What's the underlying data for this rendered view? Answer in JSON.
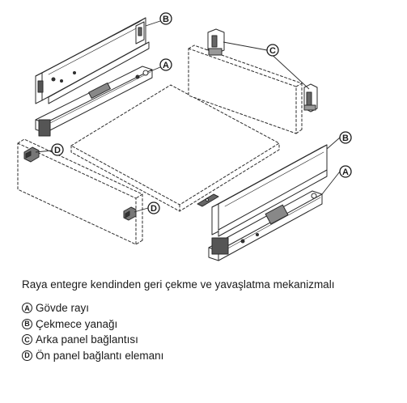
{
  "caption": "Raya entegre kendinden geri çekme ve yavaşlatma mekanizmalı",
  "legend": [
    {
      "letter": "A",
      "label": "Gövde rayı"
    },
    {
      "letter": "B",
      "label": "Çekmece yanağı"
    },
    {
      "letter": "C",
      "label": "Arka panel bağlantısı"
    },
    {
      "letter": "D",
      "label": "Ön panel bağlantı elemanı"
    }
  ],
  "callouts": {
    "b_top": "B",
    "a_top": "A",
    "c_top": "C",
    "d_left": "D",
    "d_bottom": "D",
    "b_right": "B",
    "a_right": "A"
  }
}
